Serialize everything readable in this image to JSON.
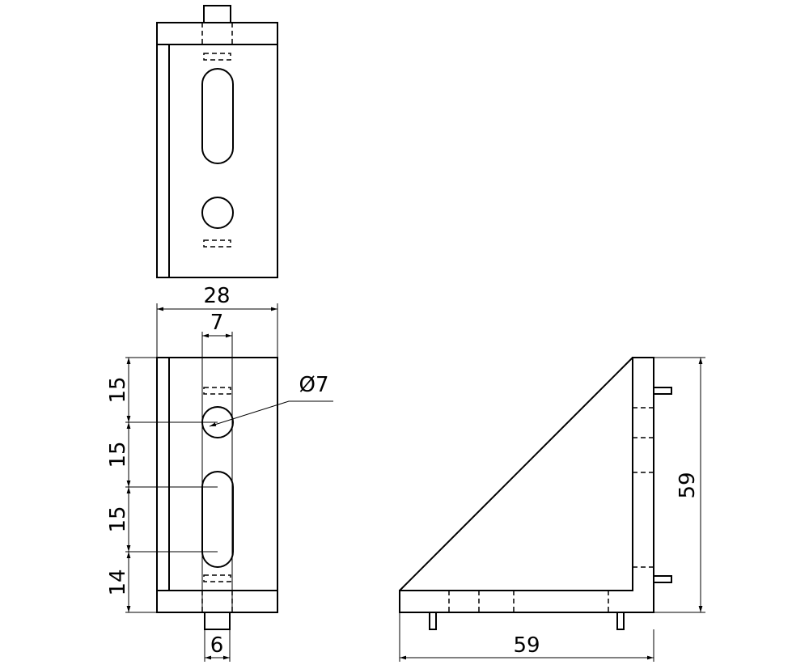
{
  "dimensions": {
    "width_total": "28",
    "slot_width": "7",
    "hole_diameter": "Ø7",
    "tab_width": "6",
    "spacing_1": "15",
    "spacing_2": "15",
    "spacing_3": "15",
    "spacing_4": "14",
    "side_height": "59",
    "side_width": "59"
  },
  "colors": {
    "line": "#000000",
    "background": "#ffffff"
  }
}
